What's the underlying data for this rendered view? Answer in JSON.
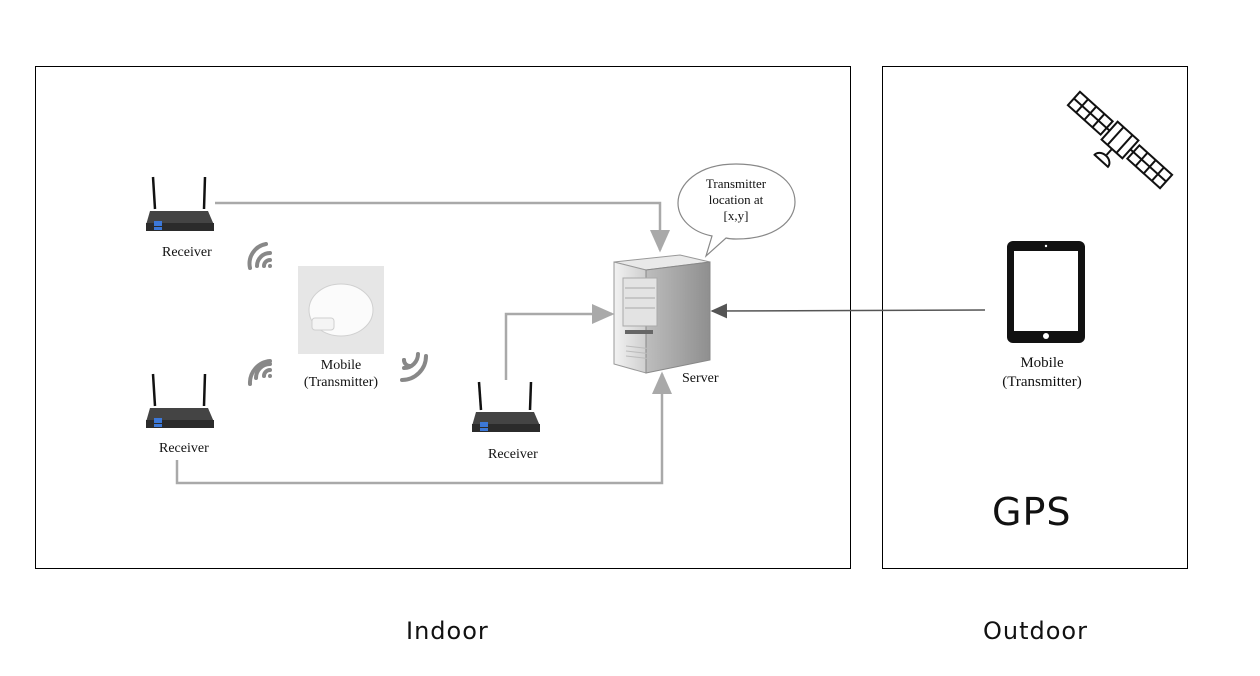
{
  "indoor": {
    "receiver_top_label": "Receiver",
    "receiver_bottom_label": "Receiver",
    "receiver_mid_label": "Receiver",
    "mobile_line1": "Mobile",
    "mobile_line2": "(Transmitter)",
    "server_label": "Server",
    "bubble_line1": "Transmitter",
    "bubble_line2": "location at",
    "bubble_line3": "[x,y]",
    "section_label": "Indoor"
  },
  "outdoor": {
    "mobile_line1": "Mobile",
    "mobile_line2": "(Transmitter)",
    "gps_label": "GPS",
    "section_label": "Outdoor"
  },
  "colors": {
    "line": "#a9a9a9",
    "arrow_dark": "#555555",
    "router_blue": "#3c78d8",
    "device_black": "#111111"
  }
}
